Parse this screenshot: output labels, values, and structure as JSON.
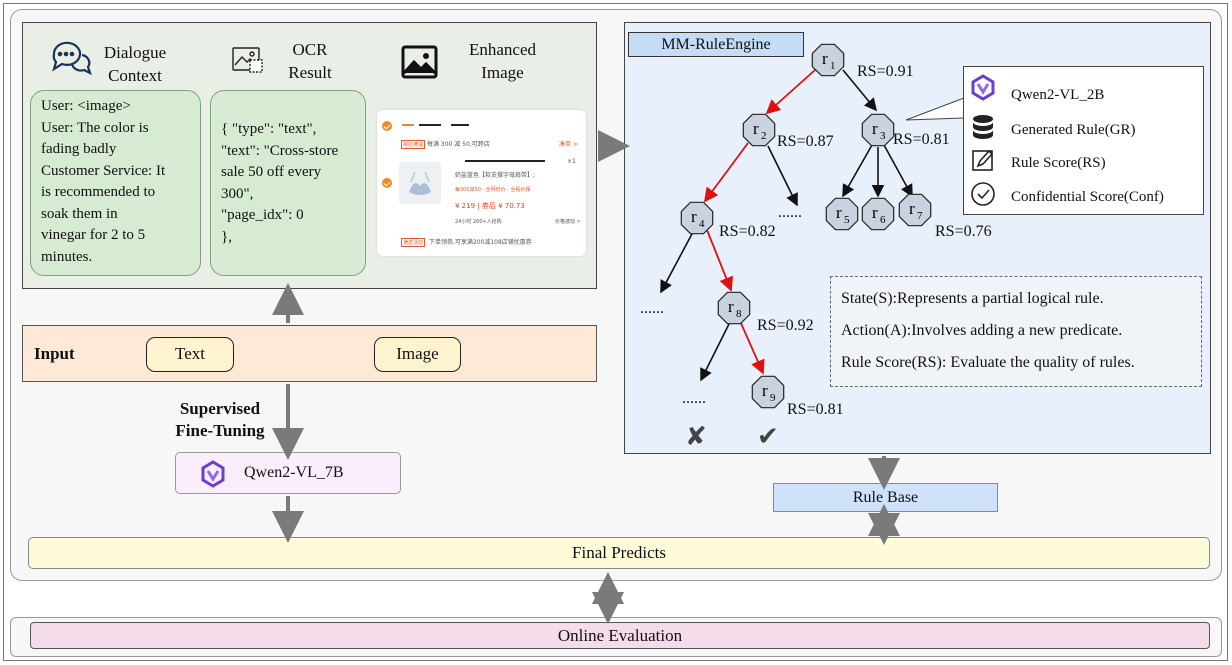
{
  "context_panel": {
    "dialogue_header": "Dialogue\nContext",
    "ocr_header": "OCR\nResult",
    "image_header": "Enhanced\nImage",
    "dialogue_text": "User: <image>\nUser: The color is\nfading badly\nCustomer Service: It\nis recommended to\nsoak them in\nvinegar for 2 to 5\nminutes.",
    "ocr_text": "{ \"type\": \"text\",\n\"text\": \"Cross-store\nsale 50 off every\n300\",\n\"page_idx\": 0\n},"
  },
  "screenshot": {
    "promo_tag": "跨店满减",
    "promo_text": "每满 300 减 50,可跨店",
    "coupon_link": "凑单 >",
    "qty": "×1",
    "product_name": "奶盐蓝色【软支撑字母肩带】;",
    "discount_line": "每300减50 · 全网低价 · 全程价保",
    "price_now": "¥ 219 | 券后 ¥ 70.73",
    "buyers": "24小时 200+人抢购",
    "price_link": "价格波动 >",
    "bottom_tag": "满返活动",
    "bottom_text": "下单领券,可享满200减108店铺优惠券"
  },
  "input_panel": {
    "label": "Input",
    "text_pill": "Text",
    "image_pill": "Image"
  },
  "sft_label": "Supervised\nFine-Tuning",
  "qwen7_label": "Qwen2-VL_7B",
  "final_label": "Final Predicts",
  "online_label": "Online Evaluation",
  "rule_base_label": "Rule Base",
  "mm_engine": {
    "title": "MM-RuleEngine",
    "nodes": [
      {
        "base": "r",
        "sub": "1"
      },
      {
        "base": "r",
        "sub": "2"
      },
      {
        "base": "r",
        "sub": "3"
      },
      {
        "base": "r",
        "sub": "4"
      },
      {
        "base": "r",
        "sub": "5"
      },
      {
        "base": "r",
        "sub": "6"
      },
      {
        "base": "r",
        "sub": "7"
      },
      {
        "base": "r",
        "sub": "8"
      },
      {
        "base": "r",
        "sub": "9"
      }
    ],
    "scores": [
      "RS=0.91",
      "RS=0.87",
      "RS=0.81",
      "RS=0.82",
      "RS=0.76",
      "RS=0.92",
      "RS=0.81"
    ],
    "ellipses": [
      "......",
      "......",
      "......"
    ],
    "fail_mark": "✘",
    "pass_mark": "✔",
    "legend": [
      "Qwen2-VL_2B",
      "Generated Rule(GR)",
      "Rule Score(RS)",
      "Confidential Score(Conf)"
    ],
    "state_lines": [
      "State(S):Represents a partial logical rule.",
      "Action(A):Involves adding a new predicate.",
      "Rule Score(RS): Evaluate the quality of rules."
    ]
  },
  "colors": {
    "red_edge": "#e01010",
    "node_fill": "#c9d3e0",
    "arrow_gray": "#7a7a7a"
  }
}
